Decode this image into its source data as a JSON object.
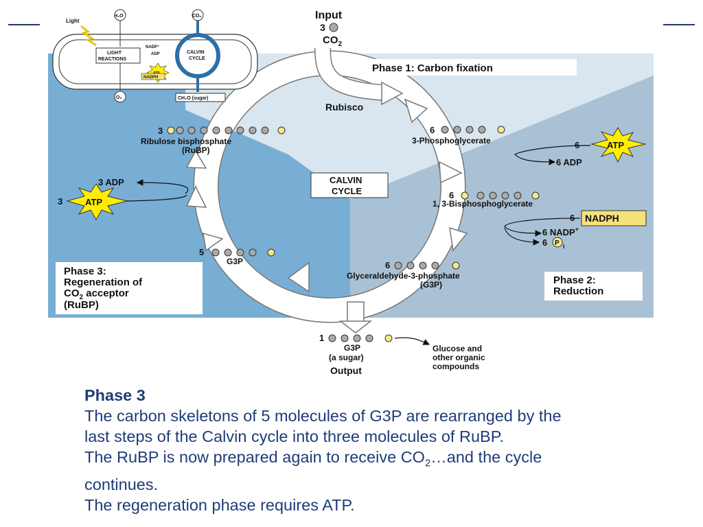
{
  "diagram": {
    "input_title": "Input",
    "input_count": "3",
    "input_molecule": "CO",
    "input_sub": "2",
    "output_title": "Output",
    "enzyme": "Rubisco",
    "center_line1": "CALVIN",
    "center_line2": "CYCLE",
    "phase1": "Phase 1: Carbon fixation",
    "phase2_line1": "Phase 2:",
    "phase2_line2": "Reduction",
    "phase3_line1": "Phase 3:",
    "phase3_line2": "Regeneration of",
    "phase3_line3a": "CO",
    "phase3_line3sub": "2",
    "phase3_line3b": " acceptor",
    "phase3_line4": "(RuBP)",
    "rubp_count": "3",
    "rubp_name": "Ribulose bisphosphate",
    "rubp_abbr": "(RuBP)",
    "pga_count": "6",
    "pga_name": "3-Phosphoglycerate",
    "bpg_count": "6",
    "bpg_name": "1, 3-Bisphosphoglycerate",
    "g3p_count": "6",
    "g3p_name": "Glyceraldehyde-3-phosphate",
    "g3p_abbr": "(G3P)",
    "g3p5_count": "5",
    "g3p5_name": "G3P",
    "out_count": "1",
    "out_name": "G3P",
    "out_desc": "(a sugar)",
    "glucose_line1": "Glucose and",
    "glucose_line2": "other organic",
    "glucose_line3": "compounds",
    "atp_in_count": "6",
    "atp": "ATP",
    "adp_out": "6 ADP",
    "nadph_count": "6",
    "nadph": "NADPH",
    "nadp_out": "6 NADP",
    "nadp_sup": "+",
    "pi_count": "6",
    "pi_p": "P",
    "pi_sub": "i",
    "regen_adp": "3 ADP",
    "regen_atp_count": "3",
    "phosphate": "P",
    "inset": {
      "light": "Light",
      "h2o": "H₂O",
      "co2": "CO₂",
      "light_reactions_1": "LIGHT",
      "light_reactions_2": "REACTIONS",
      "calvin_1": "CALVIN",
      "calvin_2": "CYCLE",
      "nadp": "NADP⁺",
      "adp": "ADP",
      "atp": "ATP",
      "nadph": "NADPH",
      "o2": "O₂",
      "sugar": "CH₂O (sugar)"
    }
  },
  "caption": {
    "heading": "Phase 3",
    "line1": "The carbon skeletons of 5 molecules of G3P are rearranged by the",
    "line2": "last steps of the Calvin cycle into three molecules of RuBP.",
    "line3a": "The RuBP is now prepared again to receive CO",
    "line3sub": "2",
    "line3b": "…and the cycle",
    "line4": "continues.",
    "line5": "The regeneration phase requires ATP."
  },
  "colors": {
    "phase3_bg": "#79aed4",
    "phase2_bg": "#a9c1d5",
    "phase1_bg": "#d9e6ef",
    "nadph_box": "#f5e27a",
    "atp_star": "#ffee00",
    "caption_text": "#1f3c78"
  }
}
